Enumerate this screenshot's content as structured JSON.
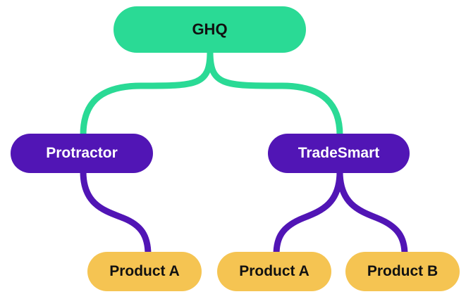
{
  "colors": {
    "root": "#2ada95",
    "mid": "#5115b5",
    "leaf": "#f5c452",
    "root_connector": "#2ada95",
    "mid_connector": "#5115b5"
  },
  "root": {
    "label": "GHQ"
  },
  "children": [
    {
      "label": "Protractor",
      "children": [
        {
          "label": "Product A"
        }
      ]
    },
    {
      "label": "TradeSmart",
      "children": [
        {
          "label": "Product A"
        },
        {
          "label": "Product B"
        }
      ]
    }
  ]
}
